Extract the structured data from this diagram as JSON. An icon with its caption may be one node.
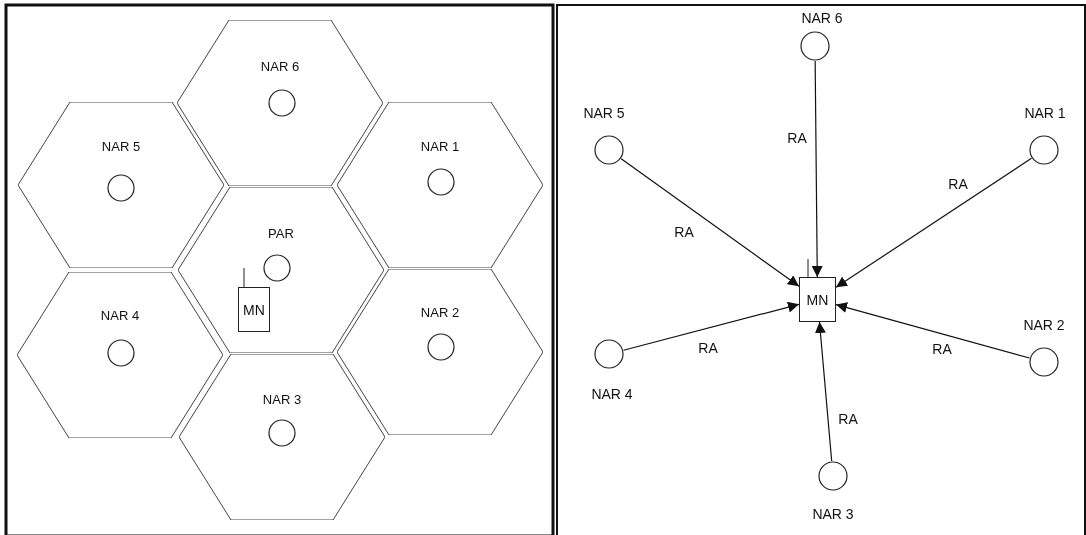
{
  "diagram": {
    "nodes": [
      {
        "text": [
          "NAR 6"
        ]
      },
      {
        "text": [],
        "shape": "circle",
        "in": 0
      },
      {
        "text": [
          "NAR 5"
        ]
      },
      {
        "text": [],
        "shape": "circle",
        "in": 2
      },
      {
        "text": [
          "NAR 1"
        ]
      },
      {
        "text": [],
        "shape": "circle",
        "in": 4
      },
      {
        "text": [
          "PAR"
        ]
      },
      {
        "text": [],
        "shape": "circle",
        "in": 6
      },
      {
        "text": [
          "MN"
        ],
        "in": 6
      },
      {
        "text": [
          "NAR 4"
        ]
      },
      {
        "text": [],
        "shape": "circle",
        "in": 9
      },
      {
        "text": [
          "NAR 2"
        ]
      },
      {
        "text": [],
        "shape": "circle",
        "in": 11
      },
      {
        "text": [
          "NAR 3"
        ]
      },
      {
        "text": [],
        "shape": "circle",
        "in": 13
      },
      {
        "text": [
          "NAR 6"
        ]
      },
      {
        "text": [
          "NAR 5"
        ]
      },
      {
        "text": [
          "NAR 1"
        ]
      },
      {
        "text": [
          "MN"
        ]
      },
      {
        "text": [
          "NAR 4"
        ]
      },
      {
        "text": [
          "NAR 2"
        ]
      },
      {
        "text": [
          "NAR 3"
        ]
      }
    ],
    "edges": [
      {
        "from": 15,
        "to": 18,
        "arrow": "to",
        "label": "RA"
      },
      {
        "from": 16,
        "to": 18,
        "arrow": "to",
        "label": "RA"
      },
      {
        "from": 17,
        "to": 18,
        "arrow": "to",
        "label": "RA"
      },
      {
        "from": 19,
        "to": 18,
        "arrow": "to",
        "label": "RA"
      },
      {
        "from": 20,
        "to": 18,
        "arrow": "to",
        "label": "RA"
      },
      {
        "from": 21,
        "to": 18,
        "arrow": "to",
        "label": "RA"
      }
    ]
  }
}
